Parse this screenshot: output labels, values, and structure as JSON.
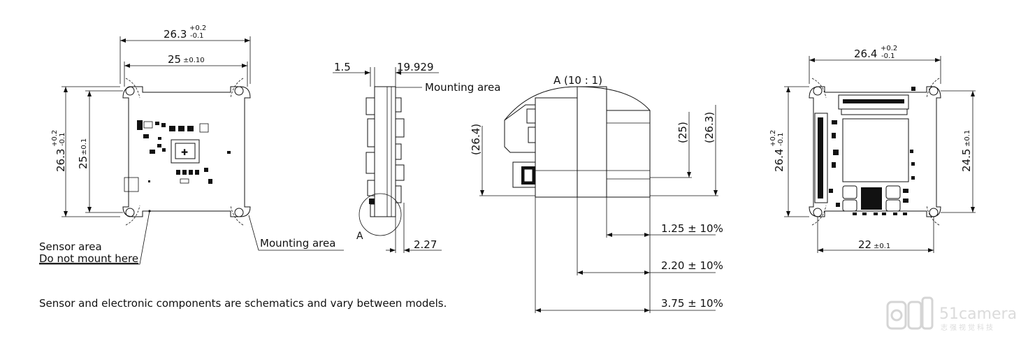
{
  "front_view": {
    "width_total": "26.3",
    "width_total_tol_plus": "+0.2",
    "width_total_tol_minus": "-0.1",
    "width_holes": "25",
    "width_holes_tol": "±0.10",
    "height_total": "26.3",
    "height_total_tol_plus": "+0.2",
    "height_total_tol_minus": "-0.1",
    "height_holes": "25",
    "height_holes_tol": "±0.1",
    "sensor_area": "Sensor area",
    "do_not_mount": "Do not mount here",
    "mounting_area": "Mounting area"
  },
  "side_view": {
    "dim_thickness": "1.5",
    "dim_depth": "19.929",
    "dim_lens": "2.27",
    "mounting_area": "Mounting area",
    "detail_marker": "A"
  },
  "detail_view": {
    "title": "A (10 : 1)",
    "dim_264": "(26.4)",
    "dim_25": "(25)",
    "dim_263": "(26.3)",
    "dim_125": "1.25 ± 10%",
    "dim_220": "2.20 ± 10%",
    "dim_375": "3.75 ± 10%"
  },
  "back_view": {
    "width_total": "26.4",
    "width_total_tol_plus": "+0.2",
    "width_total_tol_minus": "-0.1",
    "width_holes": "22",
    "width_holes_tol": "±0.1",
    "height_total": "26.4",
    "height_total_tol_plus": "+0.2",
    "height_total_tol_minus": "-0.1",
    "height_holes": "24.5",
    "height_holes_tol": "±0.1"
  },
  "footnote": "Sensor and electronic components are schematics and vary between models.",
  "watermark": {
    "brand": "51camera",
    "tagline": "志强视觉科技"
  }
}
